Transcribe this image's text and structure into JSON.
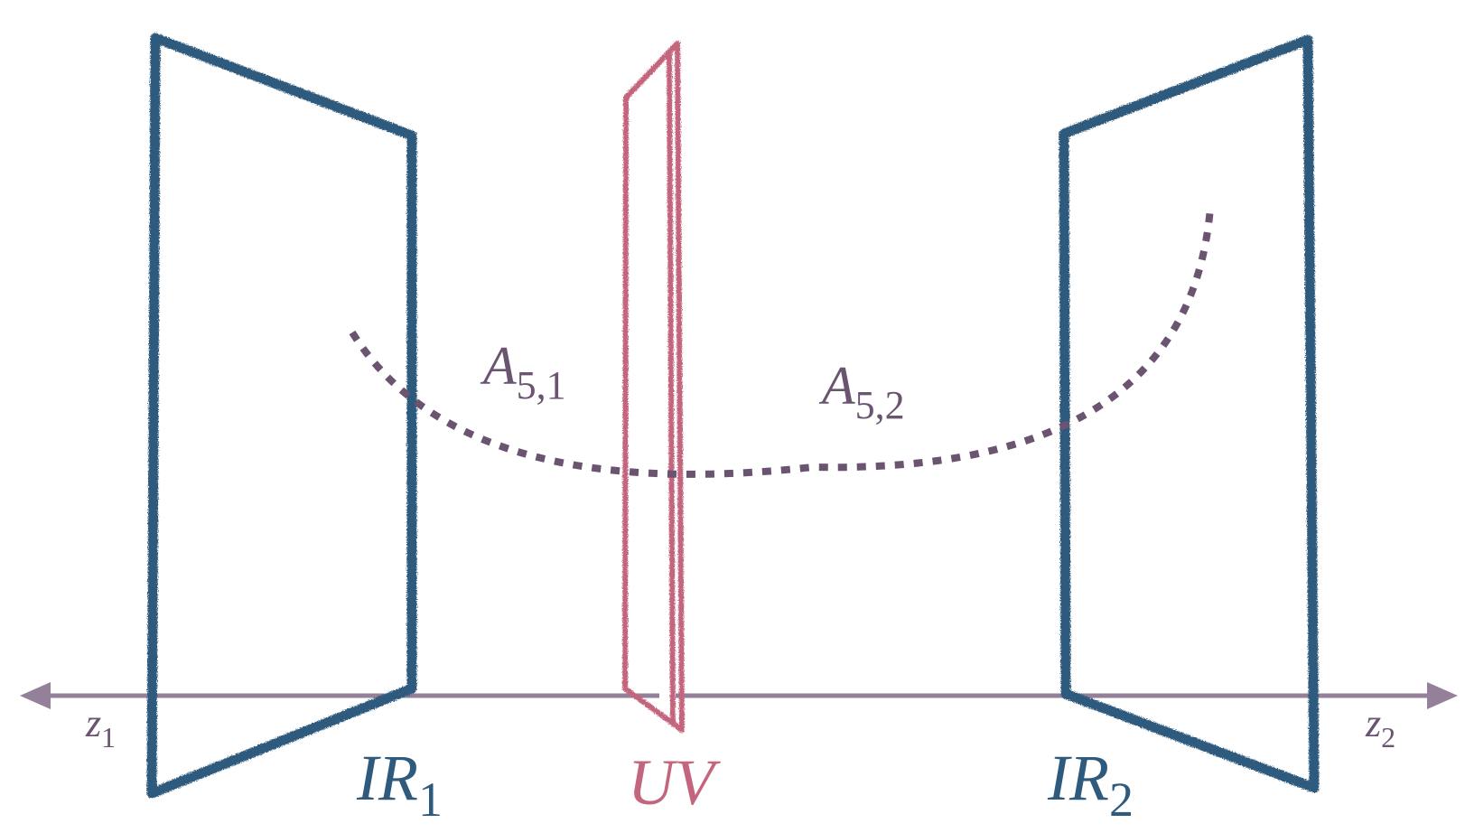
{
  "colors": {
    "ir": "#2e5a7d",
    "uv": "#c4657e",
    "axis": "#948199",
    "curve": "#6a5470",
    "label": "#6a5470"
  },
  "labels": {
    "ir1": {
      "main": "IR",
      "sub": "1"
    },
    "uv": {
      "main": "UV"
    },
    "ir2": {
      "main": "IR",
      "sub": "2"
    },
    "a51": {
      "main": "A",
      "sub": "5,1"
    },
    "a52": {
      "main": "A",
      "sub": "5,2"
    },
    "z1": {
      "main": "z",
      "sub": "1"
    },
    "z2": {
      "main": "z",
      "sub": "2"
    }
  }
}
